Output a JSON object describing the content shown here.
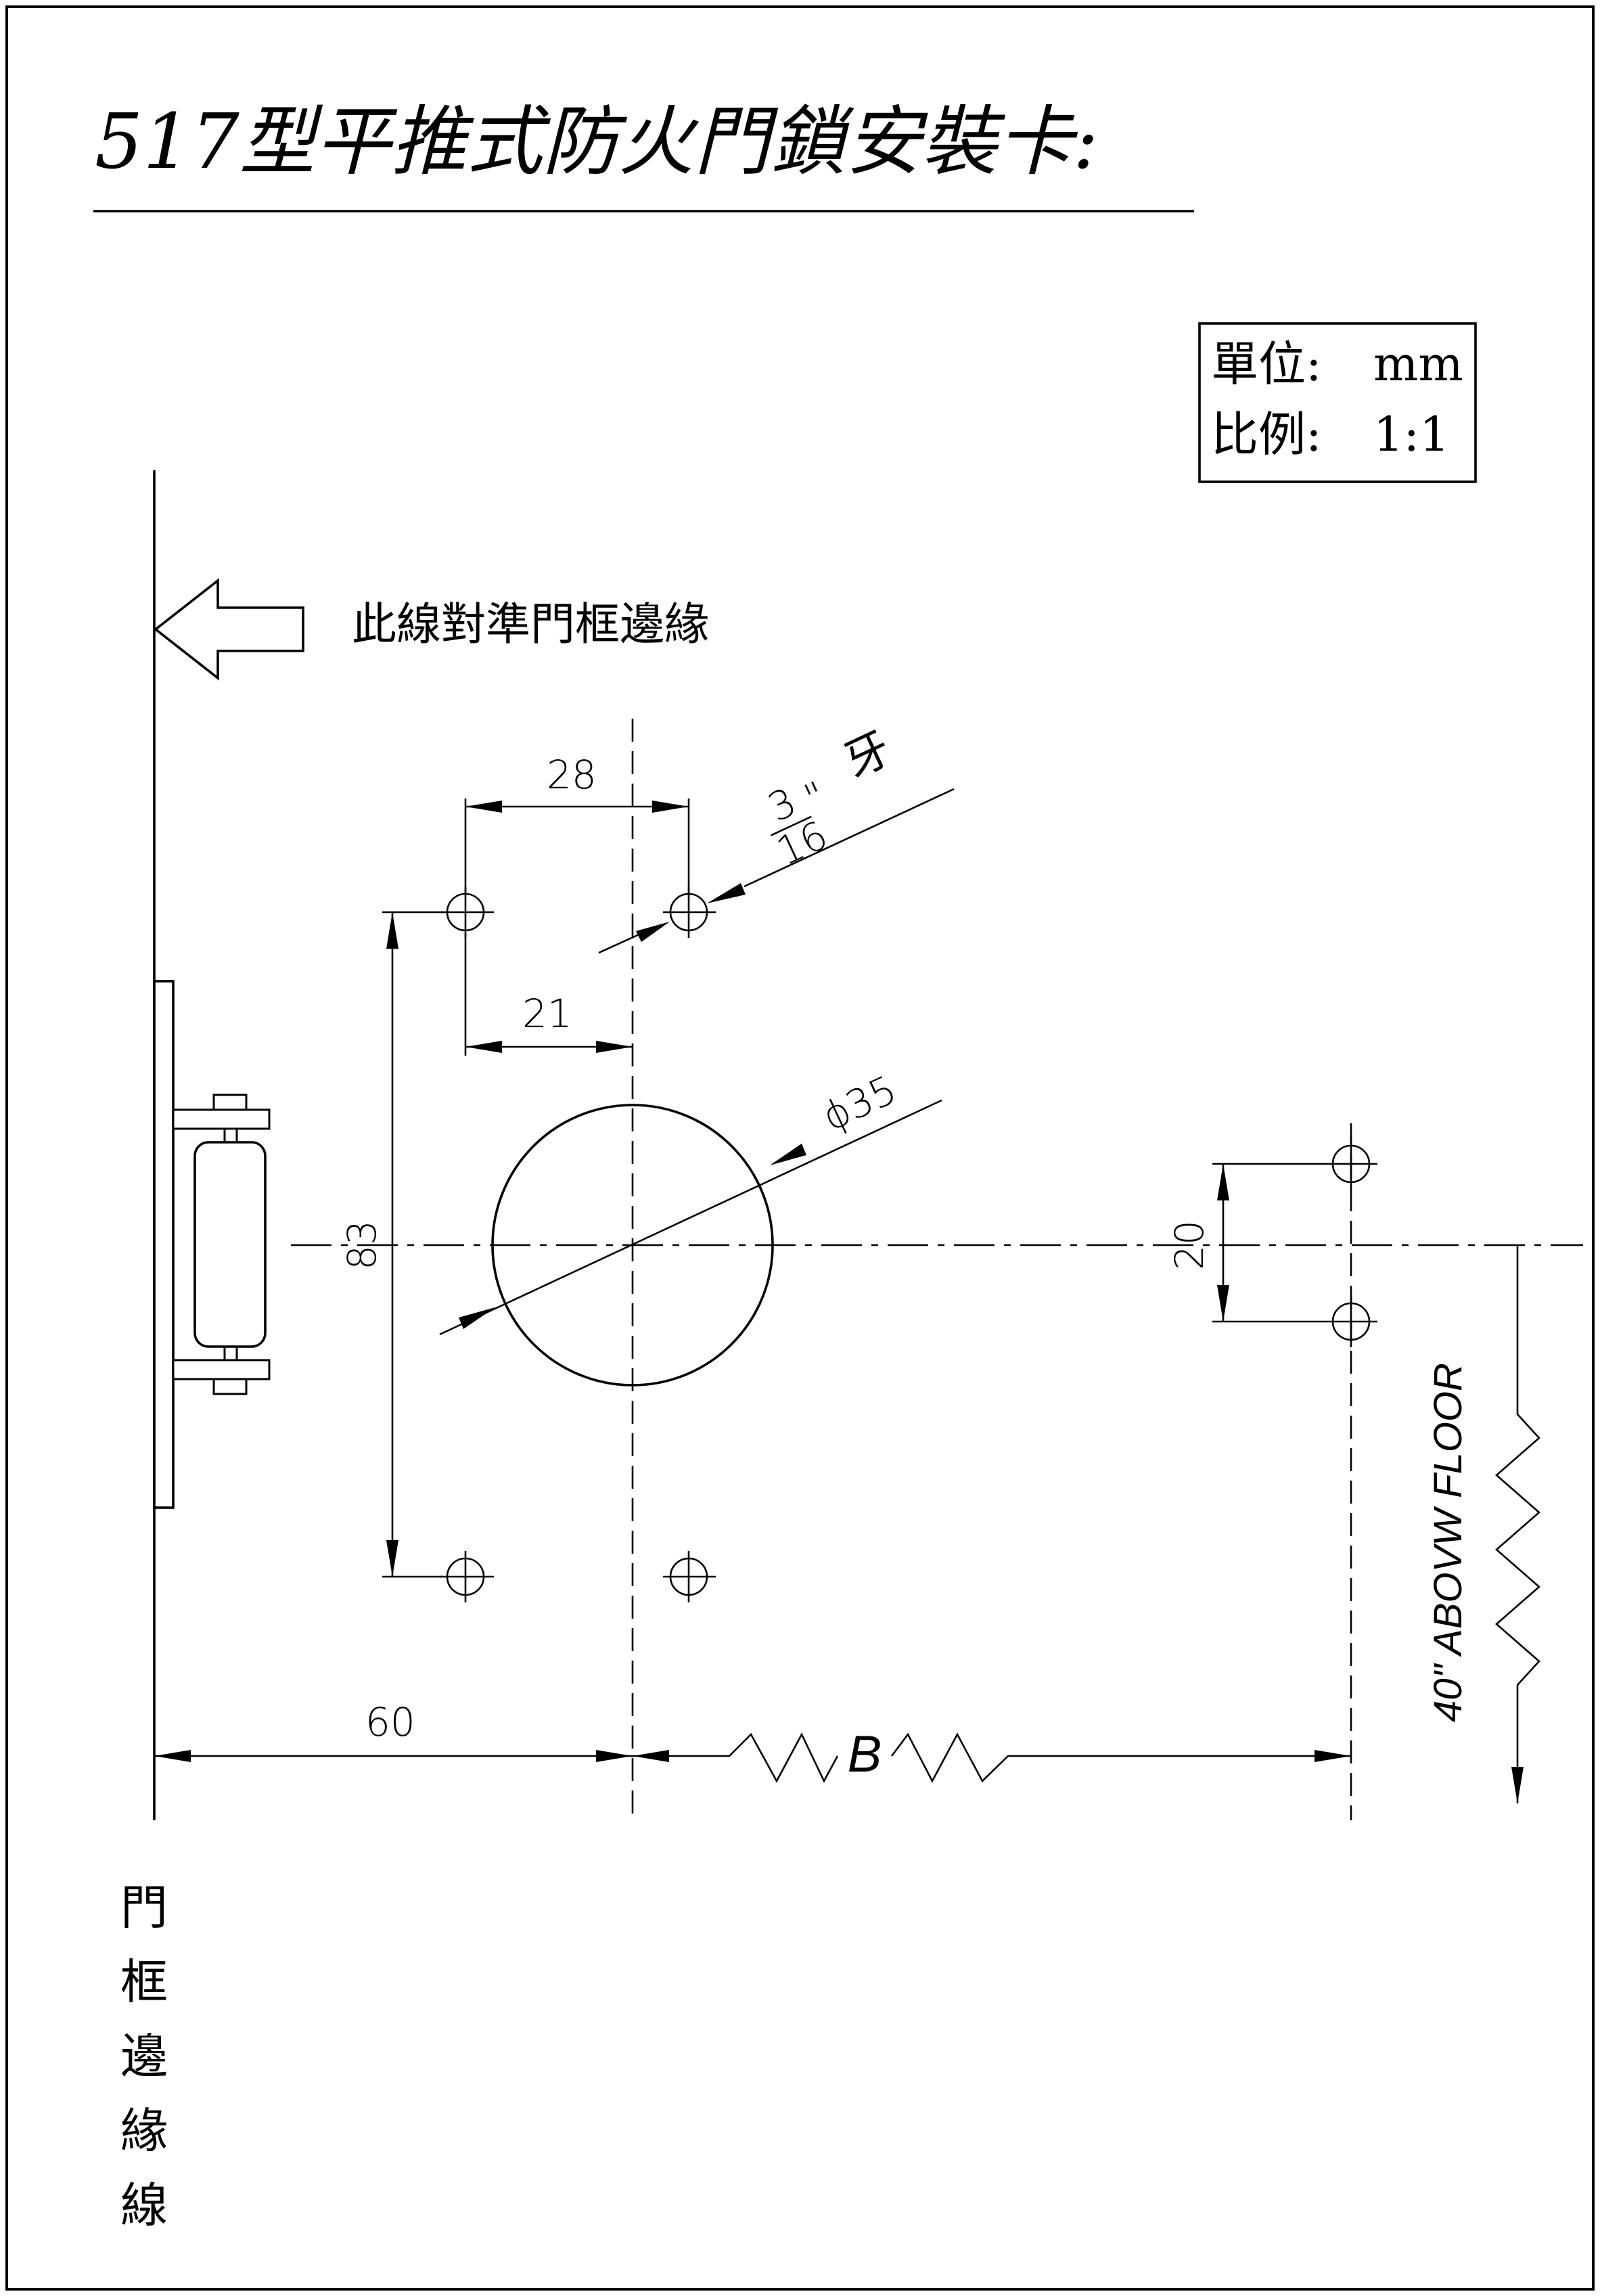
{
  "title": "517型平推式防火門鎖安裝卡:",
  "units_box": {
    "unit_label": "單位:",
    "unit_value": "mm",
    "scale_label": "比例:",
    "scale_value": "1:1"
  },
  "frame_edge_callout": "此線對準門框邊緣",
  "frame_edge_vertical_label": [
    "門",
    "框",
    "邊",
    "緣",
    "線"
  ],
  "dimensions": {
    "hole_spacing_top": "28",
    "offset_to_center": "21",
    "thread_fraction_numerator": "3",
    "thread_fraction_denominator": "16",
    "thread_inch_mark": "\"",
    "thread_suffix": "牙",
    "diameter": "ϕ35",
    "vertical_spacing": "83",
    "backset": "60",
    "strike_spacing": "20",
    "distance_b": "B",
    "height_above_floor": "40\" ABOVW FLOOR"
  }
}
